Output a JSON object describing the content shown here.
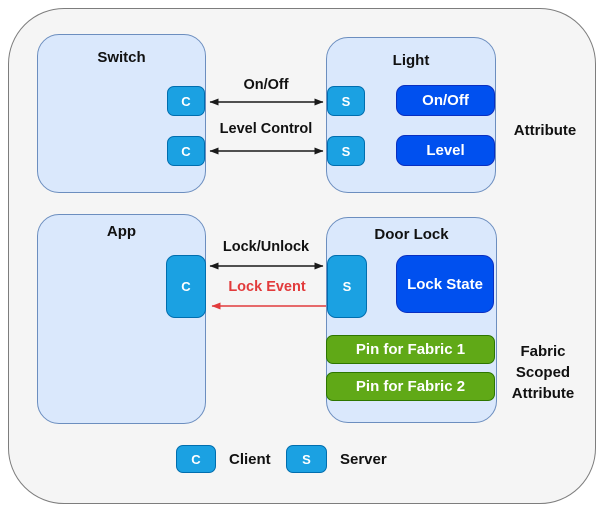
{
  "diagram": {
    "boxes": {
      "switch": {
        "title": "Switch"
      },
      "light": {
        "title": "Light",
        "attributes": [
          "On/Off",
          "Level"
        ]
      },
      "app": {
        "title": "App"
      },
      "door_lock": {
        "title": "Door Lock",
        "attributes": [
          "Lock State"
        ],
        "fabric_attributes": [
          "Pin for Fabric 1",
          "Pin for Fabric 2"
        ]
      }
    },
    "badges": {
      "client_letter": "C",
      "server_letter": "S"
    },
    "interactions": {
      "on_off": "On/Off",
      "level_control": "Level Control",
      "lock_unlock": "Lock/Unlock",
      "lock_event": "Lock Event"
    },
    "annotations": {
      "attribute": "Attribute",
      "fabric_scoped_lines": [
        "Fabric",
        "Scoped",
        "Attribute"
      ]
    },
    "legend": {
      "client_badge": "C",
      "client_label": "Client",
      "server_badge": "S",
      "server_label": "Server"
    },
    "colors": {
      "container_fill": "#F5F5F5",
      "container_border": "#7D7D7D",
      "device_fill": "#DAE8FC",
      "device_border": "#6C8EBF",
      "client_server_fill": "#1BA1E2",
      "client_server_border": "#006EAF",
      "attribute_fill": "#0050EF",
      "fabric_attribute_fill": "#60A917",
      "fabric_attribute_border": "#2D7600",
      "event_red": "#E23B3C",
      "arrow_black": "#1A1A1A"
    }
  }
}
